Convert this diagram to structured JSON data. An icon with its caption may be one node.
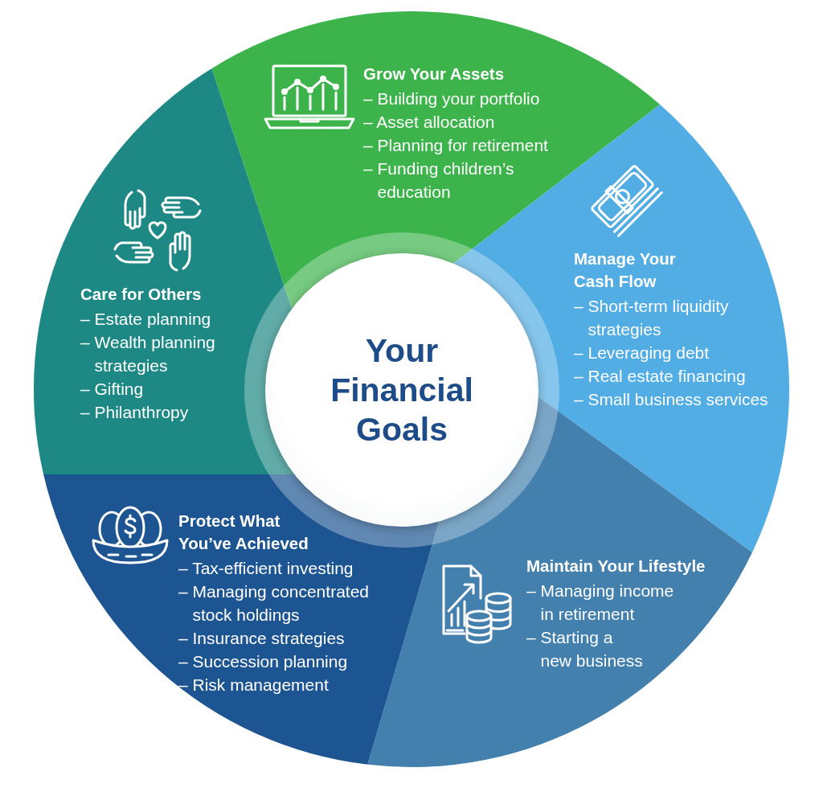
{
  "diagram": {
    "nodes": [
      {
        "text": [
          "Your Financial Goals"
        ]
      },
      {
        "text": [
          "Grow Your Assets",
          "– Building your portfolio",
          "– Asset allocation",
          "– Planning for retirement",
          "– Funding children’s education"
        ]
      },
      {
        "text": [
          "Manage Your Cash Flow",
          "– Short-term liquidity strategies",
          "– Leveraging debt",
          "– Real estate financing",
          "– Small business services"
        ]
      },
      {
        "text": [
          "Maintain Your Lifestyle",
          "– Managing income in retirement",
          "– Starting a new business"
        ]
      },
      {
        "text": [
          "Protect What You’ve Achieved",
          "– Tax-efficient investing",
          "– Managing concentrated stock holdings",
          "– Insurance strategies",
          "– Succession planning",
          "– Risk management"
        ]
      },
      {
        "text": [
          "Care for Others",
          "– Estate planning",
          "– Wealth planning strategies",
          "– Gifting",
          "– Philanthropy"
        ]
      }
    ]
  }
}
